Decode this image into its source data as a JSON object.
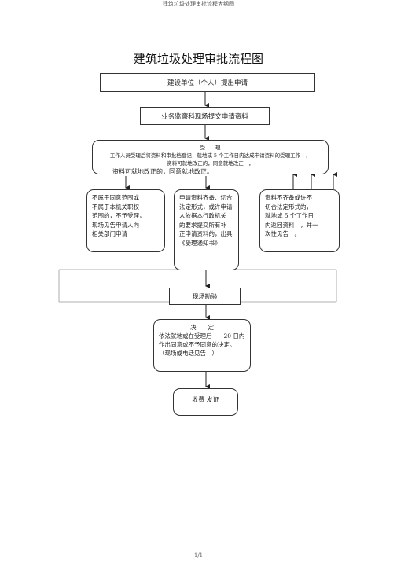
{
  "header": {
    "doc_title": "建筑垃圾处理审批流程大纲图"
  },
  "title": "建筑垃圾处理审批流程图",
  "steps": {
    "apply": "建设单位（个人）提出申请",
    "submit": "业务监察科现场提交申请资料",
    "accept_heading": "受　　理",
    "accept_line1": "工作人员受理后将资料和审批档登记，就地或 5 个工作日内达成申请资料的受理工作　，",
    "accept_line2": "资料可就地改正的，同意就地改正　，",
    "accept_line3": "资料可就地改正的，同意就地改正。",
    "col_left": "不属于同意范围或\n不属于本机关职权\n范围的，不予受理，\n现场见告申请人向\n相关部门申请",
    "col_mid": "申请资料齐备、切合\n法定形式，或许申请\n人依据本行政机关\n的要求提交所有补\n正申请资料的，出具\n《受理通知书》",
    "col_right": "资料不齐备或许不\n切合法定形式的，\n就地或 5 个工作日\n内返回资料　，并一\n次性见告　。",
    "survey": "现场勘验",
    "decide_heading": "决　　定",
    "decide_body": "依法就地或在受理后　　20 日内\n作出同意或不予同意的决定。\n（现场或电话见告　）",
    "issue": "收费 发证"
  },
  "footer": {
    "page": "1/1"
  }
}
